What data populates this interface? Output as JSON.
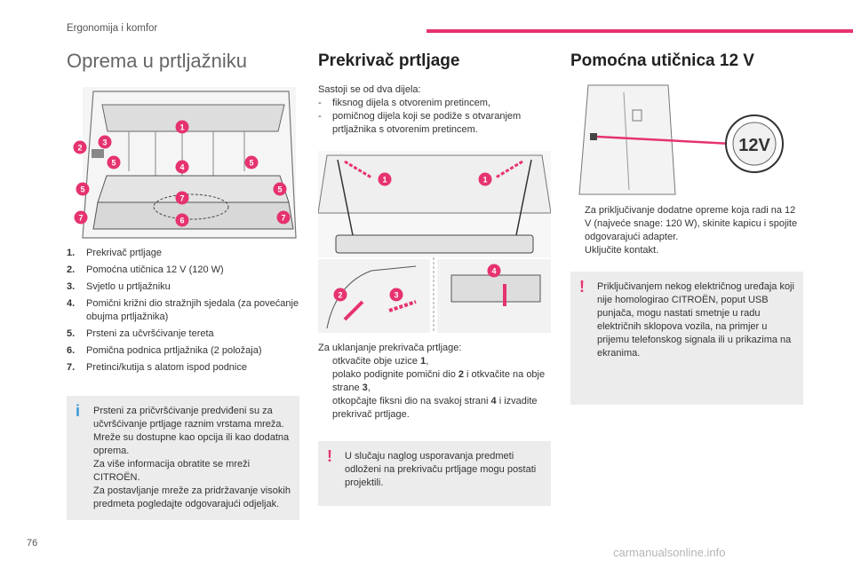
{
  "header": {
    "section": "Ergonomija i komfor"
  },
  "col1": {
    "title": "Oprema u prtljažniku",
    "items": [
      {
        "num": "1.",
        "text": "Prekrivač prtljage"
      },
      {
        "num": "2.",
        "text": "Pomoćna utičnica 12 V (120 W)"
      },
      {
        "num": "3.",
        "text": "Svjetlo u prtljažniku"
      },
      {
        "num": "4.",
        "text": "Pomični križni dio stražnjih sjedala (za povećanje obujma prtljažnika)"
      },
      {
        "num": "5.",
        "text": "Prsteni za učvršćivanje tereta"
      },
      {
        "num": "6.",
        "text": "Pomična podnica prtljažnika (2 položaja)"
      },
      {
        "num": "7.",
        "text": "Pretinci/kutija s alatom ispod podnice"
      }
    ],
    "note": {
      "mark": "i",
      "lines": [
        "Prsteni za pričvršćivanje predviđeni su za učvršćivanje prtljage raznim vrstama mreža.",
        "Mreže su dostupne kao opcija ili kao dodatna oprema.",
        "Za više informacija obratite se mreži CITROËN.",
        "Za postavljanje mreže za pridržavanje visokih predmeta pogledajte odgovarajući odjeljak."
      ]
    },
    "figure_labels": [
      "1",
      "2",
      "3",
      "5",
      "4",
      "5",
      "5",
      "7",
      "5",
      "7",
      "6",
      "7"
    ]
  },
  "col2": {
    "title": "Prekrivač prtljage",
    "intro": "Sastoji se od dva dijela:",
    "parts": [
      {
        "dash": "-",
        "text": "fiksnog dijela s otvorenim pretincem,"
      },
      {
        "dash": "-",
        "text": "pomičnog dijela koji se podiže s otvaranjem prtljažnika s otvorenim pretincem."
      }
    ],
    "removal_intro": "Za uklanjanje prekrivača prtljage:",
    "steps": [
      {
        "mark": "",
        "pre": "otkvačite obje uzice ",
        "num": "1",
        "post": ","
      },
      {
        "mark": "",
        "pre": "polako podignite pomični dio ",
        "num": "2",
        "mid": " i otkvačite na obje strane ",
        "num2": "3",
        "post": ","
      },
      {
        "mark": "",
        "pre": "otkopčajte fiksni dio na svakoj strani ",
        "num": "4",
        "post": " i izvadite prekrivač prtljage."
      }
    ],
    "note": {
      "mark": "!",
      "text": "U slučaju naglog usporavanja predmeti odloženi na prekrivaču prtljage mogu postati projektili."
    },
    "figure_labels": [
      "1",
      "1",
      "4",
      "2",
      "3"
    ]
  },
  "col3": {
    "title": "Pomoćna utičnica 12 V",
    "socket_label": "12V",
    "steps": [
      {
        "mark": "",
        "text": "Za priključivanje dodatne opreme koja radi na 12 V (najveće snage: 120 W), skinite kapicu i spojite odgovarajući adapter."
      },
      {
        "mark": "",
        "text": "Uključite kontakt."
      }
    ],
    "note": {
      "mark": "!",
      "text": "Priključivanjem nekog električnog uređaja koji nije homologirao CITROËN, poput USB punjača, mogu nastati smetnje u radu električnih sklopova vozila, na primjer u prijemu telefonskog signala ili u prikazima na ekranima."
    }
  },
  "footer": {
    "page": "76",
    "watermark": "carmanualsonline.info"
  },
  "colors": {
    "accent": "#e6336f",
    "info": "#3a9ad9",
    "note_bg": "#ececec"
  }
}
